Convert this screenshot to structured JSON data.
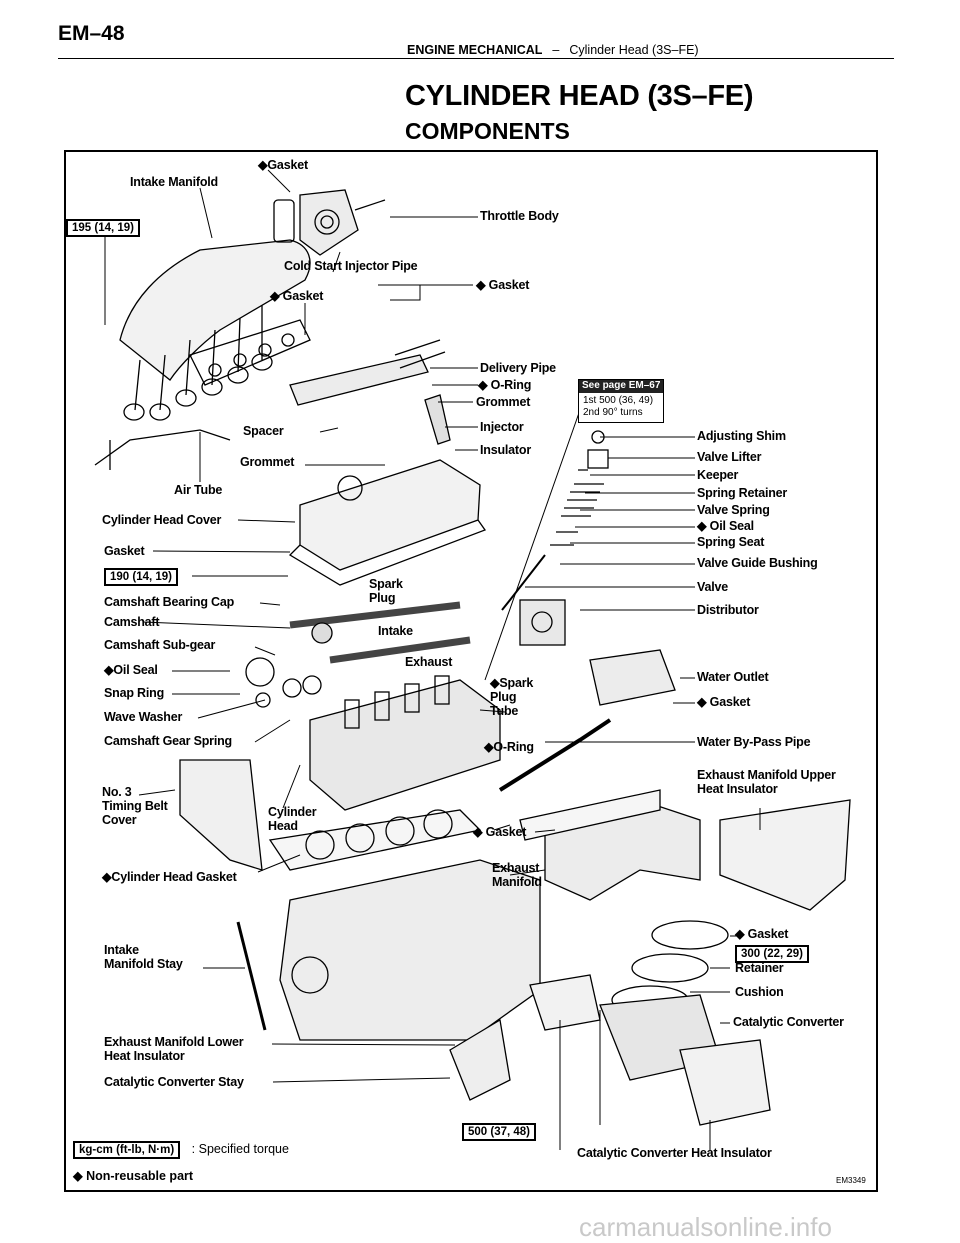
{
  "header": {
    "page_id": "EM–48",
    "section": "ENGINE MECHANICAL",
    "separator": "–",
    "subsection": "Cylinder Head (3S–FE)"
  },
  "title": "CYLINDER HEAD (3S–FE)",
  "subtitle": "COMPONENTS",
  "labels": {
    "gasket_top": "◆Gasket",
    "intake_manifold": "Intake Manifold",
    "throttle_body": "Throttle Body",
    "cold_start_injector_pipe": "Cold Start Injector Pipe",
    "gasket_right": "◆ Gasket",
    "gasket_manifold": "◆ Gasket",
    "delivery_pipe": "Delivery Pipe",
    "o_ring": "◆ O-Ring",
    "grommet_upper": "Grommet",
    "spacer": "Spacer",
    "injector": "Injector",
    "insulator": "Insulator",
    "grommet_lower": "Grommet",
    "air_tube": "Air Tube",
    "adjusting_shim": "Adjusting Shim",
    "valve_lifter": "Valve Lifter",
    "keeper": "Keeper",
    "spring_retainer": "Spring Retainer",
    "valve_spring": "Valve Spring",
    "oil_seal_valve": "◆ Oil Seal",
    "spring_seat": "Spring Seat",
    "valve_guide_bushing": "Valve Guide Bushing",
    "valve": "Valve",
    "distributor": "Distributor",
    "cylinder_head_cover": "Cylinder Head Cover",
    "gasket_cover": "Gasket",
    "spark_plug": "Spark\nPlug",
    "camshaft_bearing_cap": "Camshaft Bearing Cap",
    "camshaft": "Camshaft",
    "intake": "Intake",
    "camshaft_sub_gear": "Camshaft Sub-gear",
    "oil_seal_cam": "◆Oil Seal",
    "exhaust": "Exhaust",
    "snap_ring": "Snap Ring",
    "spark_plug_tube": "◆Spark\nPlug\nTube",
    "water_outlet": "Water Outlet",
    "gasket_water": "◆ Gasket",
    "wave_washer": "Wave Washer",
    "camshaft_gear_spring": "Camshaft Gear Spring",
    "water_bypass_pipe": "Water By-Pass Pipe",
    "o_ring_lower": "◆O-Ring",
    "timing_belt_cover": "No. 3\nTiming Belt\nCover",
    "cylinder_head": "Cylinder\nHead",
    "exhaust_manifold_upper": "Exhaust Manifold Upper\nHeat Insulator",
    "gasket_exhaust": "◆ Gasket",
    "cylinder_head_gasket": "◆Cylinder Head Gasket",
    "exhaust_manifold": "Exhaust\nManifold",
    "gasket_converter": "◆ Gasket",
    "intake_manifold_stay": "Intake\nManifold Stay",
    "retainer": "Retainer",
    "cushion": "Cushion",
    "exhaust_manifold_lower": "Exhaust Manifold Lower\nHeat Insulator",
    "catalytic_converter": "Catalytic Converter",
    "catalytic_converter_stay": "Catalytic Converter Stay",
    "catalytic_converter_heat_insulator": "Catalytic Converter Heat Insulator"
  },
  "torque": {
    "t195": "195 (14, 19)",
    "t190": "190 (14, 19)",
    "t300": "300 (22, 29)",
    "t500": "500 (37, 48)"
  },
  "note": {
    "head": "See page EM–67",
    "line1": "1st 500 (36, 49)",
    "line2": "2nd 90° turns"
  },
  "legend": {
    "unit": "kg-cm (ft-lb, N·m)",
    "specified": ":  Specified torque",
    "nonreusable": "◆ Non-reusable part"
  },
  "figure_code": "EM3349",
  "watermark": "carmanualsonline.info"
}
